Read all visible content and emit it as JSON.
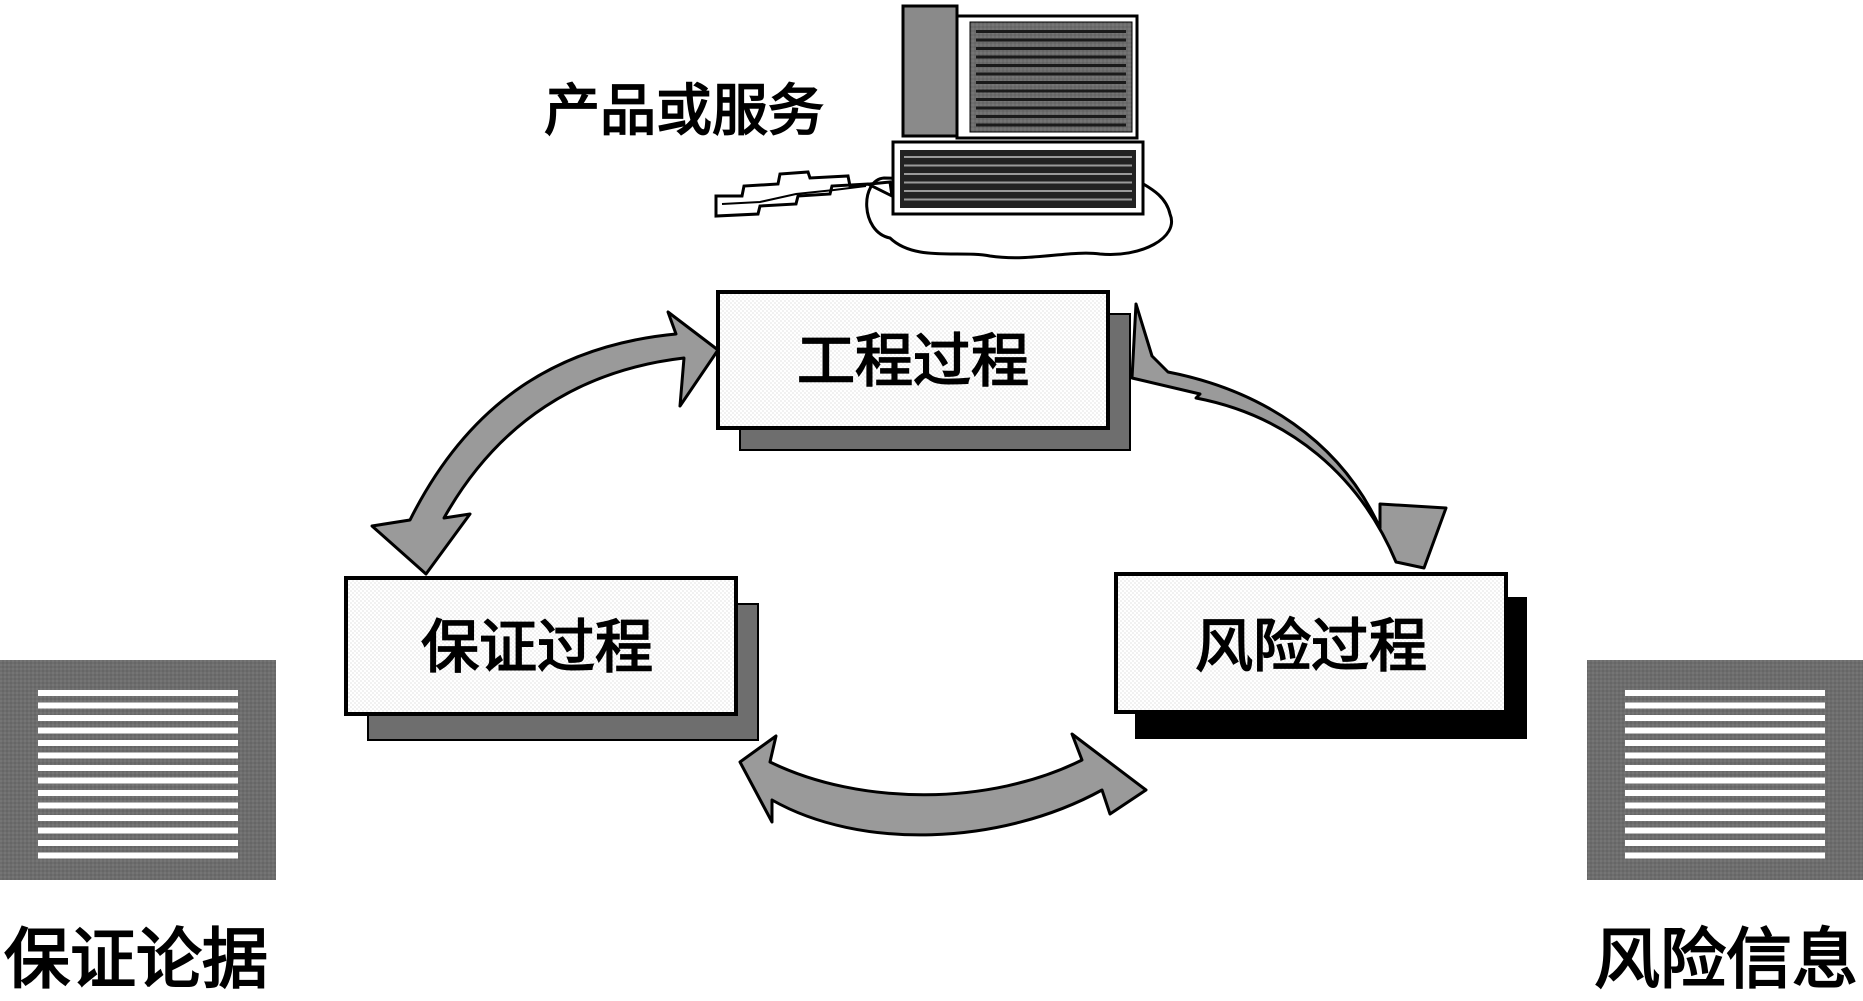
{
  "product": {
    "label": "产品或服务"
  },
  "processes": {
    "engineering": "工程过程",
    "assurance": "保证过程",
    "risk": "风险过程"
  },
  "outputs": {
    "assurance_argument": "保证论据",
    "risk_info": "风险信息"
  },
  "icons": {
    "product": "computer-icon",
    "left_doc": "document-icon",
    "right_doc": "document-icon"
  },
  "colors": {
    "arrow_fill": "#9a9a9a",
    "box_fill": "#f4f4f4",
    "shadow_gray": "#6e6e6e",
    "shadow_black": "#000000",
    "doc_fill": "#6d6d6d",
    "text": "#000000"
  }
}
